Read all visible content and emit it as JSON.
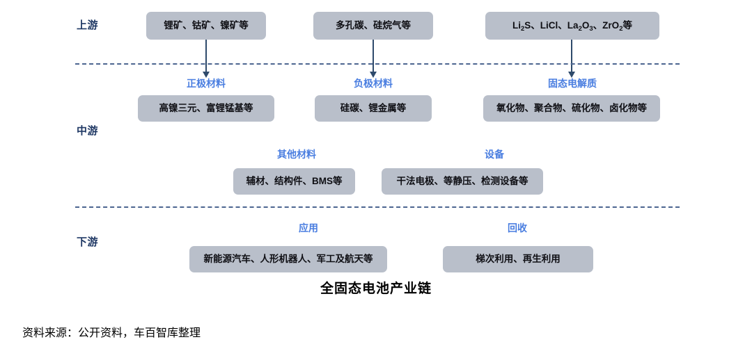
{
  "figure": {
    "caption": "全固态电池产业链",
    "source_note": "资料来源：公开资料，车百智库整理"
  },
  "colors": {
    "box_fill": "#b9bfca",
    "heading_blue": "#4a7ee0",
    "tier_navy": "#1f3864",
    "arrow": "#2e4a6b",
    "divider": "#4c6590",
    "background": "#ffffff"
  },
  "tiers": [
    {
      "key": "upstream",
      "label": "上游"
    },
    {
      "key": "midstream",
      "label": "中游"
    },
    {
      "key": "downstream",
      "label": "下游"
    }
  ],
  "upstream": {
    "boxes": [
      {
        "text": "锂矿、钴矿、镍矿等",
        "feeds": "正极材料"
      },
      {
        "text": "多孔碳、硅烷气等",
        "feeds": "负极材料"
      },
      {
        "text": "Li2S、LiCl、La2O3、ZrO2等",
        "feeds": "固态电解质"
      }
    ]
  },
  "midstream": {
    "row1": [
      {
        "heading": "正极材料",
        "text": "高镍三元、富锂锰基等"
      },
      {
        "heading": "负极材料",
        "text": "硅碳、锂金属等"
      },
      {
        "heading": "固态电解质",
        "text": "氧化物、聚合物、硫化物、卤化物等"
      }
    ],
    "row2": [
      {
        "heading": "其他材料",
        "text": "辅材、结构件、BMS等"
      },
      {
        "heading": "设备",
        "text": "干法电极、等静压、检测设备等"
      }
    ]
  },
  "downstream": {
    "groups": [
      {
        "heading": "应用",
        "text": "新能源汽车、人形机器人、军工及航天等"
      },
      {
        "heading": "回收",
        "text": "梯次利用、再生利用"
      }
    ]
  }
}
